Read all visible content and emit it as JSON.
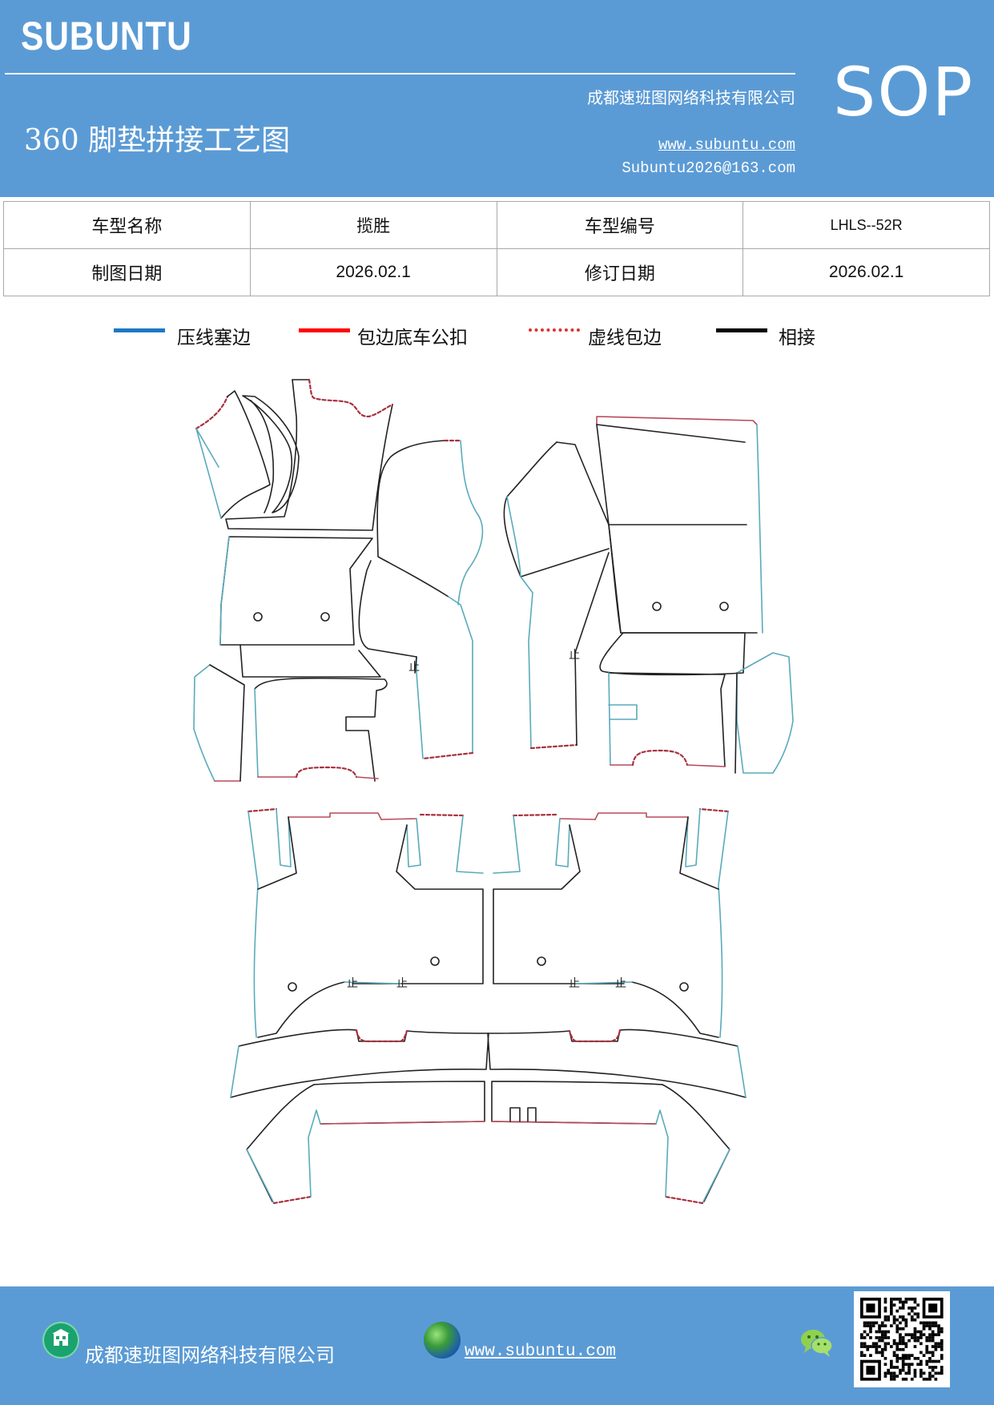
{
  "header": {
    "logo": "SUBUNTU",
    "sop": "SOP",
    "company": "成都速班图网络科技有限公司",
    "title": "360 脚垫拼接工艺图",
    "website": "www.subuntu.com",
    "email": "Subuntu2026@163.com"
  },
  "info_table": {
    "rows": [
      [
        {
          "text": "车型名称"
        },
        {
          "text": "揽胜"
        },
        {
          "text": "车型编号"
        },
        {
          "text": "LHLS--52R"
        }
      ],
      [
        {
          "text": "制图日期"
        },
        {
          "text": "2026.02.1"
        },
        {
          "text": "修订日期"
        },
        {
          "text": "2026.02.1"
        }
      ]
    ]
  },
  "legend": [
    {
      "label": "压线塞边",
      "color": "#1f77c4",
      "style": "solid"
    },
    {
      "label": "包边底车公扣",
      "color": "#ff0000",
      "style": "solid"
    },
    {
      "label": "虚线包边",
      "color": "#e03030",
      "style": "dotted"
    },
    {
      "label": "相接",
      "color": "#000000",
      "style": "solid"
    }
  ],
  "drawing": {
    "stop_mark": "止",
    "colors": {
      "edge": "#5aaabb",
      "bind": "#b84a5a",
      "dash": "#a8303e",
      "join": "#222222"
    }
  },
  "footer": {
    "company": "成都速班图网络科技有限公司",
    "website": "www.subuntu.com",
    "icons": [
      "building-icon",
      "globe-icon",
      "wechat-icon",
      "qr-code"
    ]
  }
}
